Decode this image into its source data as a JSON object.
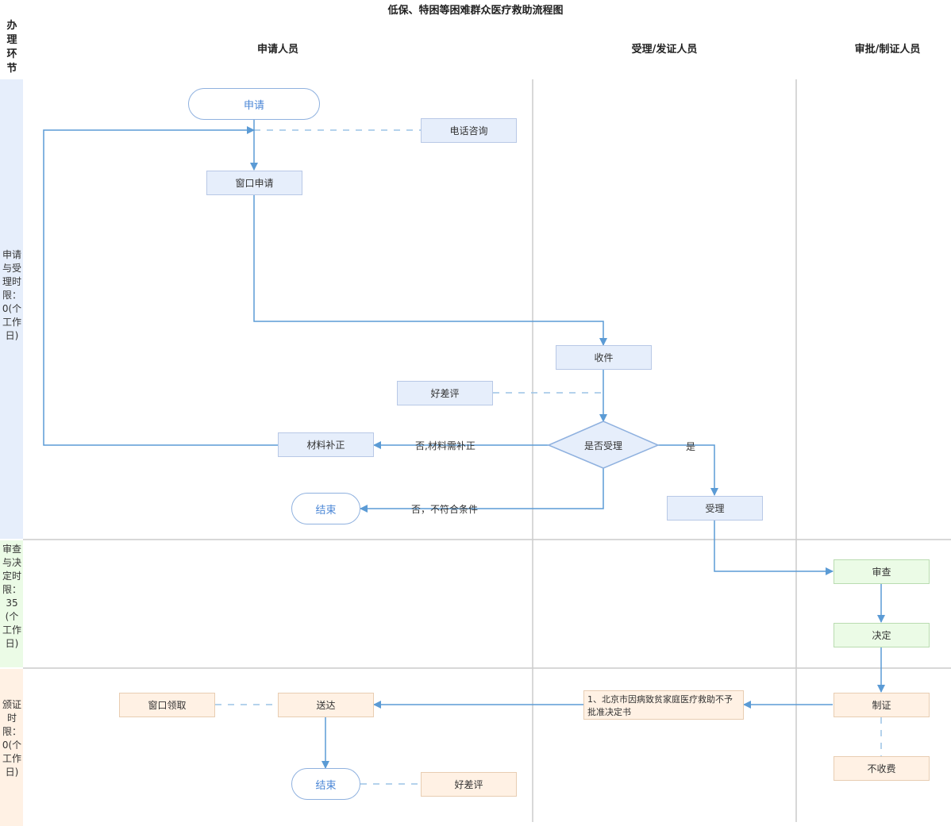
{
  "title": "低保、特困等困难群众医疗救助流程图",
  "header": {
    "stage_col": "办理环节",
    "lanes": [
      "申请人员",
      "受理/发证人员",
      "审批/制证人员"
    ]
  },
  "bands": [
    {
      "label": "申请与受理时限：0(个工作日)",
      "color": "#e6eefb"
    },
    {
      "label": "审查与决定时限：35(个工作日)",
      "color": "#ebfbe6"
    },
    {
      "label": "颁证时限：0(个工作日)",
      "color": "#fff1e4"
    }
  ],
  "nodes": {
    "start": "申请",
    "phone": "电话咨询",
    "window_apply": "窗口申请",
    "receive": "收件",
    "review1": "好差评",
    "decide": "是否受理",
    "supplement": "材料补正",
    "end1": "结束",
    "accept": "受理",
    "examine": "审查",
    "decision": "决定",
    "certify": "制证",
    "notice": "1、北京市因病致贫家庭医疗救助不予批准决定书",
    "deliver": "送达",
    "window_pickup": "窗口领取",
    "end2": "结束",
    "review2": "好差评",
    "nofee": "不收费"
  },
  "edges": {
    "no_supplement": "否,材料需补正",
    "no_unqualified": "否，不符合条件",
    "yes": "是"
  },
  "colors": {
    "arrow": "#5b9bd5",
    "dashed": "#9cc3e6",
    "lane_line": "#cccccc",
    "terminal_text": "#4a86d6"
  }
}
